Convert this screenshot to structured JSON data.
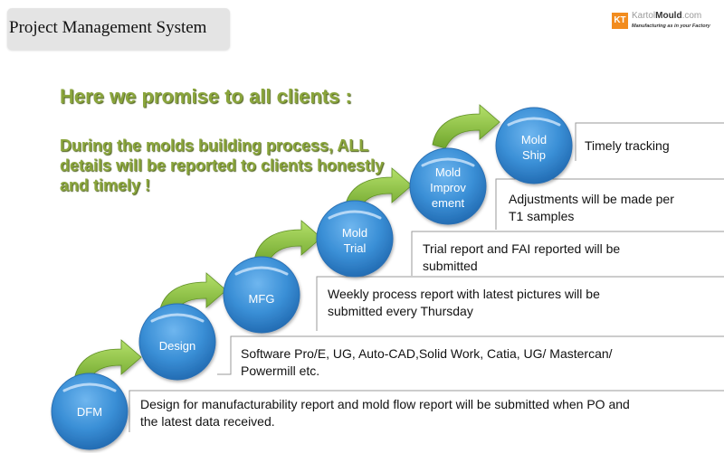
{
  "slide_title": "Project Management System",
  "logo": {
    "mark": "KT",
    "brand_light": "Kartol",
    "brand_bold": "Mould",
    "brand_suffix": ".com",
    "tagline": "Manufacturing as in your Factory"
  },
  "headline": "Here we promise to all clients :",
  "promise": "During the molds building process, ALL details will be reported to clients honestly and timely !",
  "steps": [
    {
      "label": "DFM",
      "description": "Design for manufacturability report and mold flow report will be submitted when PO and the latest data received."
    },
    {
      "label": "Design",
      "description": "Software Pro/E, UG, Auto-CAD,Solid Work, Catia, UG/ Mastercan/ Powermill etc."
    },
    {
      "label": "MFG",
      "description": "Weekly process report with latest pictures will be submitted every Thursday"
    },
    {
      "label": "Mold Trial",
      "description": "Trial report and FAI reported will be submitted"
    },
    {
      "label": "Mold Improv ement",
      "description": "Adjustments will be made per T1 samples"
    },
    {
      "label": "Mold Ship",
      "description": "Timely tracking"
    }
  ],
  "colors": {
    "headline_green": "#8aa53b",
    "circle_blue": "#3a8fd6",
    "arrow_green": "#8cc43c",
    "logo_orange": "#f28c1e"
  }
}
